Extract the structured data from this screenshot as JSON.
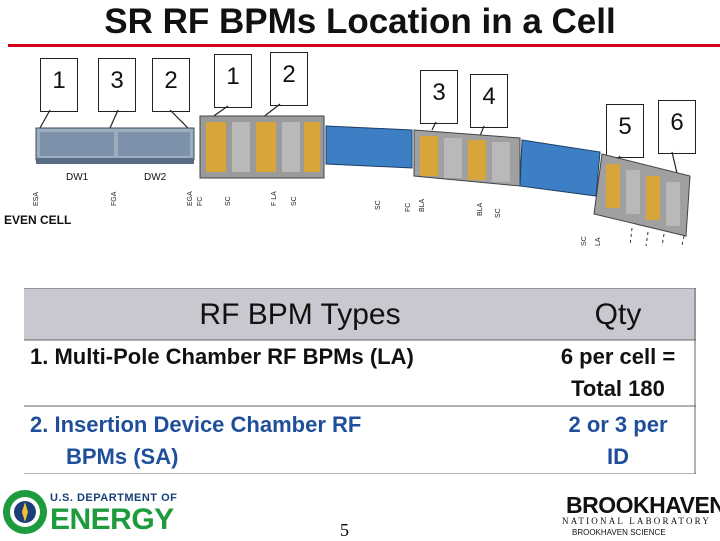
{
  "title": "SR RF BPMs Location in a Cell",
  "callouts": [
    "1",
    "3",
    "2",
    "1",
    "2",
    "3",
    "4",
    "5",
    "6"
  ],
  "diagram": {
    "cell_label": "EVEN CELL",
    "dw_labels": [
      "DW1",
      "DW2"
    ],
    "small_labels": [
      "ESA",
      "FGA",
      "EGA",
      "FC",
      "SC",
      "F LA",
      "SC",
      "SC",
      "FC",
      "BLA",
      "BLA",
      "SC",
      "SC",
      "LA"
    ]
  },
  "table": {
    "headers": [
      "RF BPM Types",
      "Qty"
    ],
    "rows": [
      {
        "type_lines": [
          "1.  Multi-Pole Chamber RF BPMs (LA)"
        ],
        "qty_lines": [
          "6 per cell =",
          "Total 180"
        ]
      },
      {
        "type_lines": [
          "2.  Insertion Device Chamber RF",
          "BPMs (SA)"
        ],
        "qty_lines": [
          "2 or 3 per",
          "ID"
        ]
      }
    ]
  },
  "footer": {
    "page_number": "5",
    "doe_line1": "U.S. DEPARTMENT OF",
    "doe_line2": "ENERGY",
    "bnl_line1": "BROOKHAVEN",
    "bnl_line2": "NATIONAL LABORATORY",
    "bnl_line3": "BROOKHAVEN SCIENCE"
  },
  "colors": {
    "title_rule": "#d4001c",
    "table_header": "#c8c8d0",
    "doe_blue": "#1a3f78",
    "doe_green": "#1e9b3c"
  },
  "icons": [
    "doe-seal-icon",
    "bnl-logo-icon"
  ]
}
